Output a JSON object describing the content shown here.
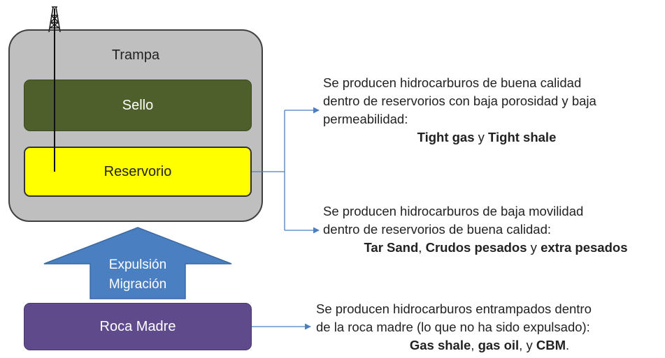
{
  "diagram": {
    "trap": {
      "label": "Trampa"
    },
    "seal": {
      "label": "Sello"
    },
    "reservoir": {
      "label": "Reservorio"
    },
    "migration": {
      "line1": "Expulsión",
      "line2": "Migración"
    },
    "source_rock": {
      "label": "Roca Madre"
    }
  },
  "descriptions": {
    "tight": {
      "line1": "Se producen hidrocarburos de buena calidad",
      "line2": "dentro de reservorios con baja porosidad y baja",
      "line3": "permeabilidad:",
      "b1": "Tight gas",
      "s1": " y ",
      "b2": "Tight shale"
    },
    "heavy": {
      "line1": "Se producen hidrocarburos de baja movilidad",
      "line2": "dentro de reservorios de buena calidad:",
      "b1": "Tar Sand",
      "s1": ", ",
      "b2": "Crudos pesados",
      "s2": " y ",
      "b3": "extra pesados"
    },
    "shale": {
      "line1": "Se producen hidrocarburos entrampados dentro",
      "line2": "de la roca madre (lo que no ha sido expulsado):",
      "b1": "Gas shale",
      "s1": ", ",
      "b2": "gas oil",
      "s2": ", y ",
      "b3": "CBM",
      "s3": "."
    }
  },
  "colors": {
    "trap": "#bfbfbf",
    "seal": "#4f5f2b",
    "reservoir": "#ffff00",
    "migration_arrow": "#4a7fc1",
    "source_rock": "#5f4b8b",
    "connector": "#4a7fc1"
  }
}
